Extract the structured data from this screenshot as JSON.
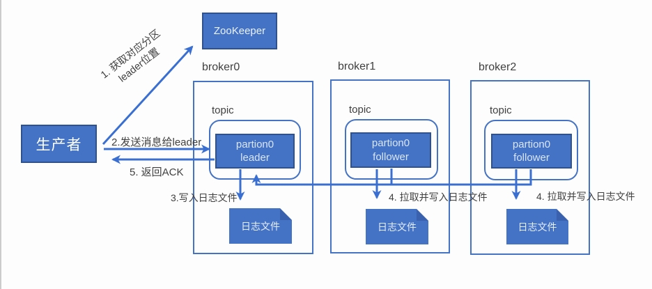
{
  "colors": {
    "box_fill": "#4472C4",
    "box_border": "#2F528F",
    "outline_blue": "#4472C4",
    "arrow_blue": "#3a6fd2",
    "label_text": "#3f3f3f"
  },
  "producer": {
    "label": "生产者"
  },
  "zookeeper": {
    "label": "ZooKeeper"
  },
  "brokers": [
    {
      "name": "broker0",
      "topic": "topic",
      "partition_line1": "partion0",
      "partition_line2": "leader",
      "log": "日志文件"
    },
    {
      "name": "broker1",
      "topic": "topic",
      "partition_line1": "partion0",
      "partition_line2": "follower",
      "log": "日志文件"
    },
    {
      "name": "broker2",
      "topic": "topic",
      "partition_line1": "partion0",
      "partition_line2": "follower",
      "log": "日志文件"
    }
  ],
  "arrows": {
    "step1_line1": "1. 获取对应分区",
    "step1_line2": "leader位置",
    "step2": "2.发送消息给leader",
    "step5": "5. 返回ACK",
    "step3": "3.写入日志文件",
    "step4_broker1": "4. 拉取并写入日志文件",
    "step4_broker2": "4. 拉取并写入日志文件"
  }
}
